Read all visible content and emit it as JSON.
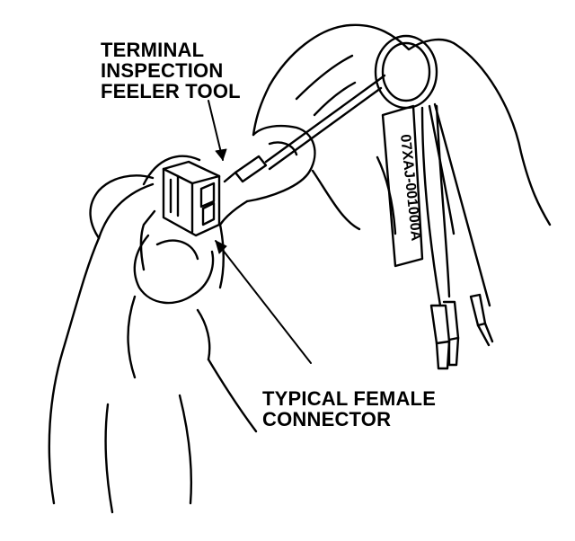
{
  "labels": {
    "tool": [
      "TERMINAL",
      "INSPECTION",
      "FEELER TOOL"
    ],
    "connector": [
      "TYPICAL FEMALE",
      "CONNECTOR"
    ]
  },
  "tag": {
    "text": "07XAJ-001000A"
  },
  "colors": {
    "ink": "#000000",
    "paper": "#ffffff"
  }
}
